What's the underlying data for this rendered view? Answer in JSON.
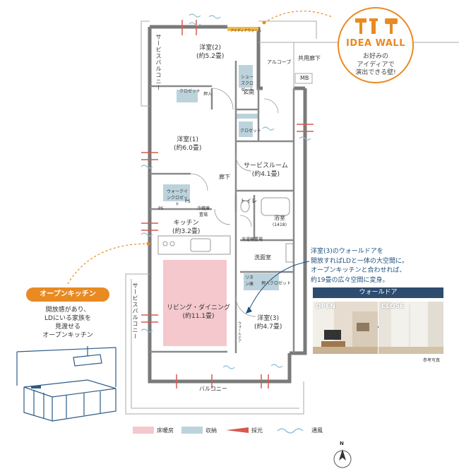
{
  "rooms": {
    "western2": {
      "name": "洋室(2)",
      "size": "(約5.2畳)"
    },
    "western1": {
      "name": "洋室(1)",
      "size": "(約6.0畳)"
    },
    "service_room": {
      "name": "サービスルーム",
      "size": "(約4.1畳)"
    },
    "kitchen": {
      "name": "キッチン",
      "size": "(約3.2畳)"
    },
    "living": {
      "name": "リビング・ダイニング",
      "size": "(約11.1畳)"
    },
    "western3": {
      "name": "洋室(3)",
      "size": "(約4.7畳)"
    },
    "bath": {
      "name": "浴室",
      "size": "(1418)"
    }
  },
  "labels": {
    "alcove": "アルコーブ",
    "common_corridor": "共用廊下",
    "mb": "MB",
    "entrance": "玄関",
    "corridor": "廊下",
    "toilet": "トイレ",
    "washroom": "洗面室",
    "balcony": "バルコニー",
    "service_balcony_top": "サービスバルコニー",
    "service_balcony_bottom": "サービスバルコニー",
    "closet": "クロゼット",
    "oshiire": "押入",
    "oshiire_closet": "押入クロゼット",
    "shoes_closet": "シューズクロゼット",
    "walkin_closet": "ウォークインクロゼット",
    "fridge": "冷蔵庫置場",
    "ps": "PS",
    "linen": "リネン庫",
    "idea_wall_small": "アイディアウォール",
    "wall_door_small": "ウォールドア",
    "washer": "洗濯機置場"
  },
  "idea_wall": {
    "title": "IDEA WALL",
    "line1": "お好みの",
    "line2": "アイディアで",
    "line3": "演出できる壁!"
  },
  "open_kitchen": {
    "badge": "オープンキッチン",
    "line1": "開放感があり、",
    "line2": "LDにいる家族を",
    "line3": "見渡せる",
    "line4": "オープンキッチン"
  },
  "wall_door": {
    "line1": "洋室(3)のウォールドアを",
    "line2": "開放すればLDと一体の大空間に。",
    "line3": "オープンキッチンと合わせれば、",
    "line4": "約19畳の広々空間に変身。",
    "bar": "ウォールドア",
    "open": "OPEN",
    "close": "CLOSE",
    "reference": "参考写真"
  },
  "legend": {
    "floor_heating": "床暖房",
    "storage": "収納",
    "daylight": "採光",
    "ventilation": "通風",
    "colors": {
      "floor_heating": "#f4c8cc",
      "storage": "#bcd3dc",
      "daylight": "#d9584e",
      "ventilation": "#8fbfd6"
    }
  },
  "north": "N",
  "accent_color": "#e98a22"
}
